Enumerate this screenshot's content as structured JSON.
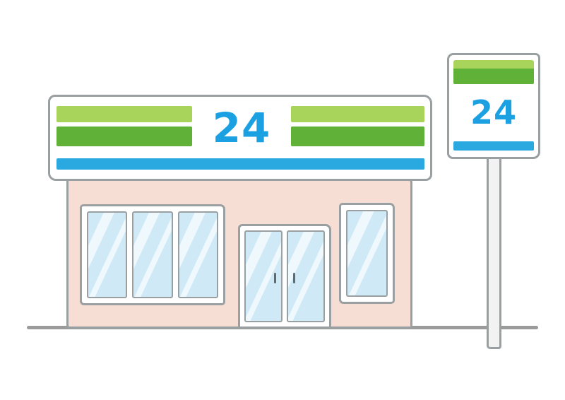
{
  "scene": {
    "description": "Hand-drawn illustration of a 24-hour convenience store with a striped awning sign and a roadside pole sign",
    "awning": {
      "hours_label": "24"
    },
    "pole_sign": {
      "hours_label": "24"
    },
    "colors": {
      "stripe_light_green": "#a9d45b",
      "stripe_green": "#5fb237",
      "stripe_blue": "#29a9e0",
      "label_blue": "#1ba1e2",
      "wall": "#f6ded4",
      "window_glass": "#cfe9f6",
      "glass_highlight": "#eef8fd",
      "outline": "#9aa0a2",
      "frame": "#ffffff",
      "ground": "#9b9b9b",
      "pole": "#f2f2f2",
      "handle": "#5b6b72"
    }
  }
}
